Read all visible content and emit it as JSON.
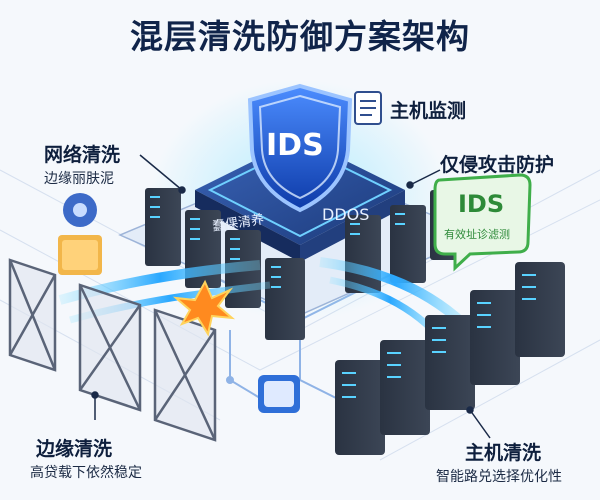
{
  "title": "混层清洗防御方案架构",
  "labels": {
    "host_monitor": "主机监测",
    "intrusion": "仅侵攻击防护",
    "network_clean": "网络清洗",
    "network_clean_sub": "边缘丽肤泥",
    "edge_clean": "边缘清洗",
    "edge_clean_sub": "高贷载下依然稳定",
    "host_clean": "主机清洗",
    "host_clean_sub": "智能路兑选择优化性"
  },
  "shield_text": "IDS",
  "platform": {
    "left_text": "蠢倮清养",
    "right_text": "DDOS"
  },
  "bubble": {
    "title": "IDS",
    "sub": "有效址诊滤测"
  },
  "colors": {
    "title": "#10244a",
    "shield": "#1f5fd6",
    "platform": "#2b4a8c",
    "flow": "#38b6ff",
    "attack": "#ff8a1f",
    "bubble": "#3fae4a"
  }
}
